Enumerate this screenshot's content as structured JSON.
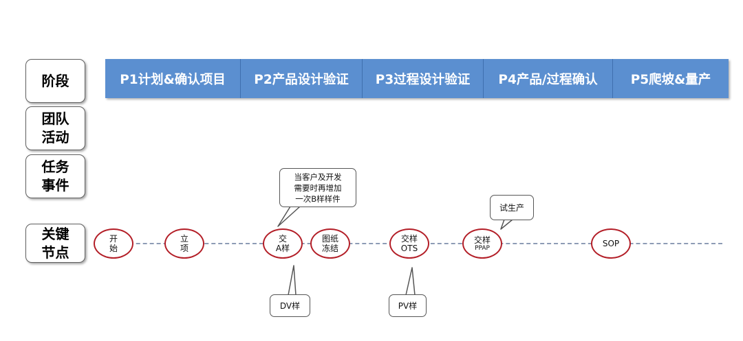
{
  "row_labels": {
    "stage": "阶段",
    "team_activity": "团队活动",
    "task_event": "任务事件",
    "key_node": "关键节点"
  },
  "phases": [
    "P1计划&确认项目",
    "P2产品设计验证",
    "P3过程设计验证",
    "P4产品/过程确认",
    "P5爬坡&量产"
  ],
  "nodes": {
    "start": [
      "开",
      "始"
    ],
    "project": [
      "立",
      "项"
    ],
    "sample_a": [
      "交",
      "A样"
    ],
    "drawing_freeze": [
      "图纸",
      "冻结"
    ],
    "sample_ots": [
      "交样",
      "OTS"
    ],
    "sample_ppap": [
      "交样",
      "PPAP"
    ],
    "sop": [
      "SOP"
    ]
  },
  "callouts": {
    "b_sample_note": [
      "当客户及开发",
      "需要时再增加",
      "一次B样样件"
    ],
    "trial_production": "试生产",
    "dv_sample": "DV样",
    "pv_sample": "PV样"
  },
  "colors": {
    "phase_fill": "#5b8fd0",
    "node_border": "#b31e27",
    "timeline": "#8d9bb5"
  }
}
